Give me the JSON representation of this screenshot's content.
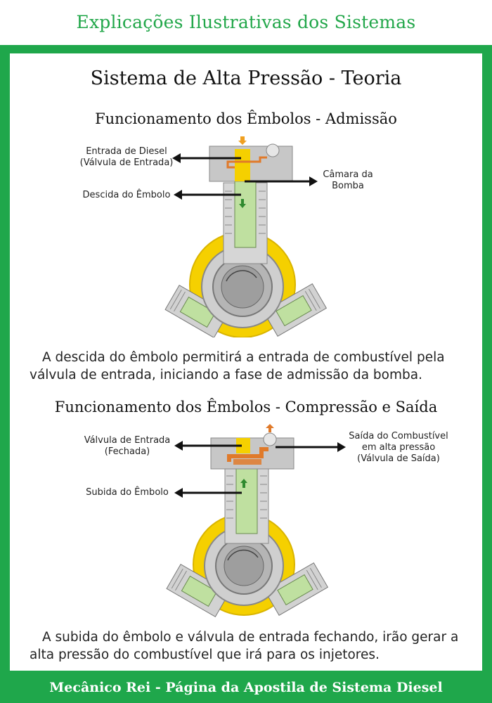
{
  "header": {
    "title": "Explicações Ilustrativas dos Sistemas"
  },
  "page": {
    "title": "Sistema de Alta Pressão - Teoria"
  },
  "sections": [
    {
      "title": "Funcionamento dos Êmbolos - Admissão",
      "labels": {
        "inlet_1": "Entrada de Diesel",
        "inlet_2": "(Válvula de Entrada)",
        "chamber_1": "Câmara da",
        "chamber_2": "Bomba",
        "piston": "Descida do Êmbolo"
      },
      "text": "A descida do êmbolo permitirá a entrada de combustível pela válvula de entrada, iniciando a fase de admissão da bomba."
    },
    {
      "title": "Funcionamento dos Êmbolos - Compressão e Saída",
      "labels": {
        "inlet_1": "Válvula de Entrada",
        "inlet_2": "(Fechada)",
        "outlet_1": "Saída do Combustível",
        "outlet_2": "em alta pressão",
        "outlet_3": "(Válvula de Saída)",
        "piston": "Subida do Êmbolo"
      },
      "text": "A subida do êmbolo e válvula de entrada fechando, irão gerar a alta pressão do combustível que irá para os injetores."
    }
  ],
  "footer": {
    "text": "Mecânico Rei - Página da Apostila de Sistema Diesel"
  },
  "colors": {
    "brand_green": "#1fa74b",
    "fuel_yellow": "#f5d000",
    "pressure_orange": "#e07a2a",
    "piston_green": "#bfe0a0",
    "body_gray": "#c9c9c9"
  },
  "icons": [
    "arrow-left-icon",
    "arrow-right-icon",
    "arrow-down-icon",
    "arrow-up-icon"
  ]
}
